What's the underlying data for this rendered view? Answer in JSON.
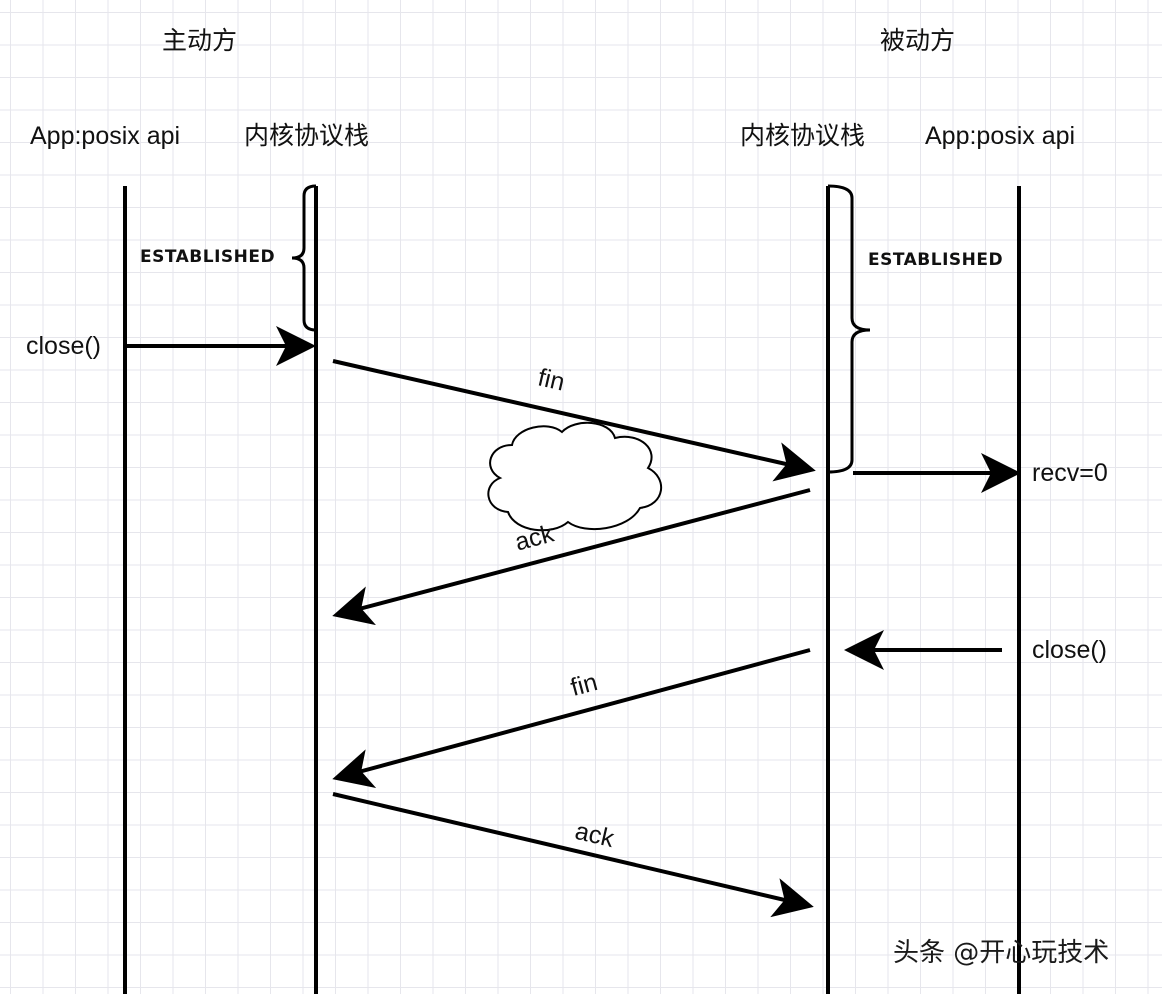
{
  "roles": {
    "active": "主动方",
    "passive": "被动方"
  },
  "columns": {
    "active_app": "App:posix api",
    "active_kernel": "内核协议栈",
    "passive_kernel": "内核协议栈",
    "passive_app": "App:posix api"
  },
  "states": {
    "active_established": "ESTABLISHED",
    "passive_established": "ESTABLISHED"
  },
  "calls": {
    "active_close": "close()",
    "passive_recv": "recv=0",
    "passive_close": "close()"
  },
  "messages": {
    "fin_1": "fin",
    "ack_1": "ack",
    "fin_2": "fin",
    "ack_2": "ack"
  },
  "watermark": "头条 @开心玩技术",
  "icons": {
    "cloud": "cloud-icon",
    "arrow": "arrow-head"
  },
  "colors": {
    "line": "#000000",
    "grid": "#e6e6ec",
    "background": "#ffffff"
  }
}
